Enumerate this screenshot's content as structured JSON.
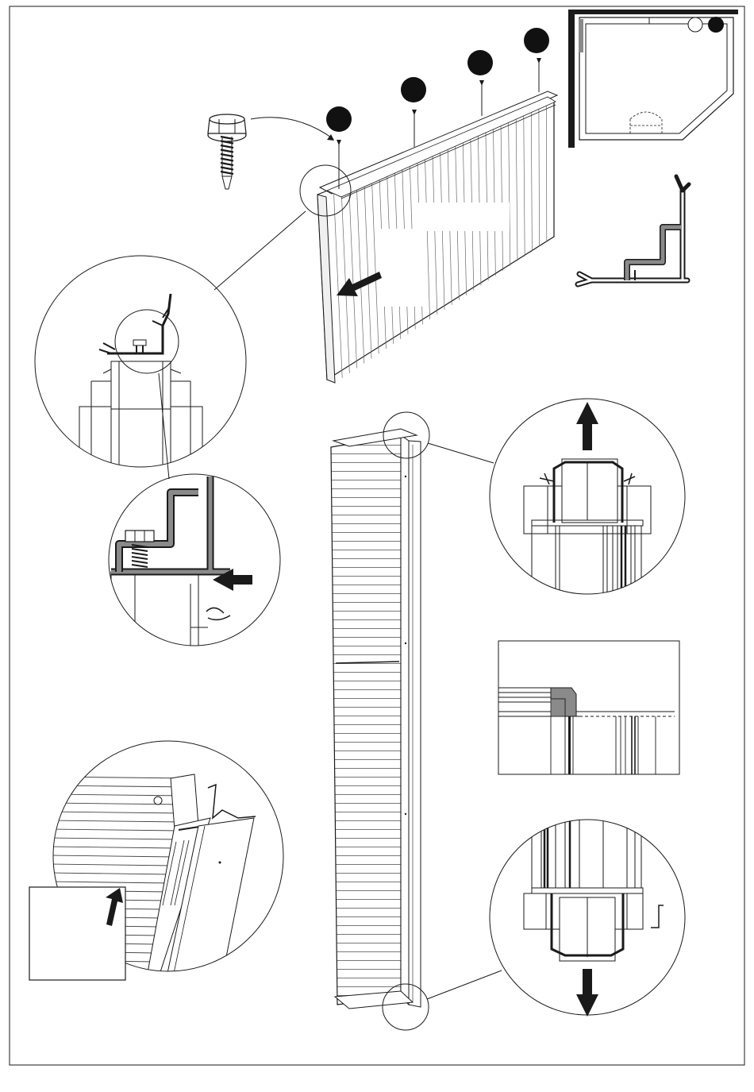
{
  "diagram": {
    "steps": [
      {
        "id": "step-1"
      },
      {
        "id": "step-2"
      },
      {
        "id": "step-3"
      },
      {
        "id": "step-4"
      }
    ],
    "plan_markers": [
      {
        "id": "marker-open",
        "filled": false
      },
      {
        "id": "marker-filled",
        "filled": true
      }
    ],
    "colors": {
      "line": "#1a1a1a",
      "profile": "#8a8a8a",
      "marker": "#111111",
      "background": "#ffffff"
    },
    "icons": [
      "self-drilling-screw-icon",
      "arrow-left-icon",
      "arrow-up-icon",
      "arrow-down-icon",
      "profile-section-icon",
      "shed-floor-plan-icon"
    ]
  }
}
